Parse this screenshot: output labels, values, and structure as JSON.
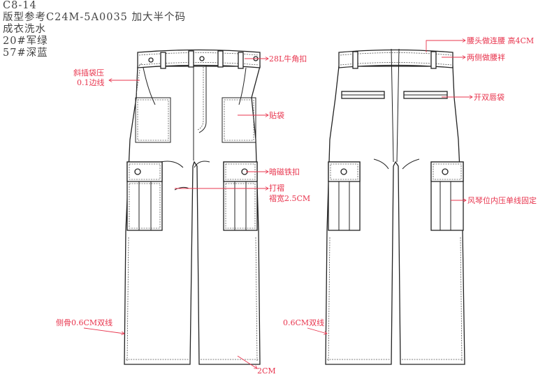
{
  "header": {
    "style_no": "C8-14",
    "reference": "版型参考C24M-5A0035 加大半个码",
    "wash": "成衣洗水",
    "color_1": "20#军绿",
    "color_2": "57#深蓝"
  },
  "front_labels": {
    "button": "28L牛角扣",
    "slant_pocket_1": "斜插袋压",
    "slant_pocket_2": "0.1边线",
    "patch_pocket": "贴袋",
    "magnet": "暗磁铁扣",
    "pleat": "打褶",
    "pleat_width": "褶宽2.5CM",
    "side_seam": "侧骨0.6CM双线",
    "hem": "2CM"
  },
  "back_labels": {
    "waistband": "腰头做连腰 高4CM",
    "belt_loops": "两侧做腰袢",
    "welt_pocket": "开双唇袋",
    "bellows": "风琴位内压单线固定",
    "double_stitch": "0.6CM双线"
  },
  "colors": {
    "annotation": "#e8354e",
    "text": "#444444",
    "line": "#222222"
  }
}
